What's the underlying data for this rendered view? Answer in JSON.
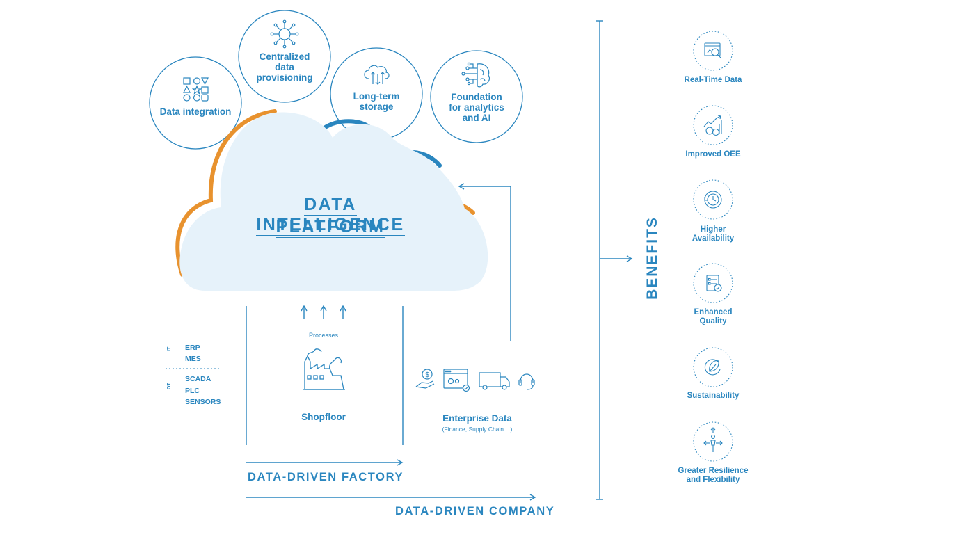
{
  "platform": {
    "title_line1": "DATA INTELLIGENCE",
    "title_line2": "PLATFORM"
  },
  "capabilities": [
    {
      "icon": "shapes-icon",
      "label_lines": [
        "Data integration"
      ]
    },
    {
      "icon": "network-hub-icon",
      "label_lines": [
        "Centralized",
        "data",
        "provisioning"
      ]
    },
    {
      "icon": "cloud-storage-icon",
      "label_lines": [
        "Long-term",
        "storage"
      ]
    },
    {
      "icon": "brain-circuit-icon",
      "label_lines": [
        "Foundation",
        "for analytics",
        "and AI"
      ]
    }
  ],
  "systems": {
    "it_tag": "IT",
    "ot_tag": "OT",
    "it_items": [
      "ERP",
      "MES"
    ],
    "ot_items": [
      "SCADA",
      "PLC",
      "SENSORS"
    ]
  },
  "shopfloor": {
    "processes_label": "Processes",
    "label": "Shopfloor"
  },
  "enterprise": {
    "label": "Enterprise Data",
    "sublabel": "(Finance, Supply Chain ...)",
    "icons": [
      "hand-money-icon",
      "browser-settings-icon",
      "delivery-truck-icon",
      "headset-icon"
    ]
  },
  "factory_label": "DATA-DRIVEN FACTORY",
  "company_label": "DATA-DRIVEN COMPANY",
  "benefits": {
    "title": "BENEFITS",
    "items": [
      {
        "icon": "realtime-monitor-icon",
        "lines": [
          "Real-Time Data"
        ]
      },
      {
        "icon": "oee-gauge-icon",
        "lines": [
          "Improved OEE"
        ]
      },
      {
        "icon": "availability-clock-icon",
        "lines": [
          "Higher",
          "Availability"
        ]
      },
      {
        "icon": "quality-checklist-icon",
        "lines": [
          "Enhanced",
          "Quality"
        ]
      },
      {
        "icon": "sustainability-leaf-icon",
        "lines": [
          "Sustainability"
        ]
      },
      {
        "icon": "resilience-arrows-icon",
        "lines": [
          "Greater Resilience",
          "and Flexibility"
        ]
      }
    ]
  },
  "colors": {
    "primary": "#2a86bf",
    "accent_orange": "#e8922e",
    "cloud_fill": "#e6f2fa"
  }
}
